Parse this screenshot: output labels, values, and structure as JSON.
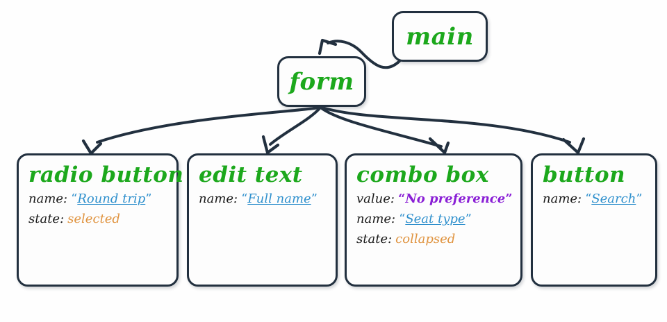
{
  "diagram": {
    "type": "accessibility-tree",
    "root": {
      "id": "main",
      "title": "main"
    },
    "nodes": [
      {
        "id": "main",
        "title": "main",
        "properties": []
      },
      {
        "id": "form",
        "title": "form",
        "properties": []
      },
      {
        "id": "radio-button",
        "title": "radio button",
        "properties": [
          {
            "key": "name:",
            "value": "Round trip",
            "style": "link",
            "quoted": true
          },
          {
            "key": "state:",
            "value": "selected",
            "style": "state",
            "quoted": false
          }
        ]
      },
      {
        "id": "edit-text",
        "title": "edit text",
        "properties": [
          {
            "key": "name:",
            "value": "Full name",
            "style": "link",
            "quoted": true
          }
        ]
      },
      {
        "id": "combo-box",
        "title": "combo box",
        "properties": [
          {
            "key": "value:",
            "value": "No preference",
            "style": "strong",
            "quoted": true
          },
          {
            "key": "name:",
            "value": "Seat type",
            "style": "link",
            "quoted": true
          },
          {
            "key": "state:",
            "value": "collapsed",
            "style": "state",
            "quoted": false
          }
        ]
      },
      {
        "id": "button",
        "title": "button",
        "properties": [
          {
            "key": "name:",
            "value": "Search",
            "style": "link",
            "quoted": true
          }
        ]
      }
    ],
    "edges": [
      {
        "from": "main",
        "to": "form"
      },
      {
        "from": "form",
        "to": "radio-button"
      },
      {
        "from": "form",
        "to": "edit-text"
      },
      {
        "from": "form",
        "to": "combo-box"
      },
      {
        "from": "form",
        "to": "button"
      }
    ]
  },
  "colors": {
    "node_title": "#1ca81c",
    "node_border": "#22303f",
    "link_value": "#2f90cd",
    "state_value": "#e09440",
    "strong_value": "#8a1fd6",
    "key_text": "#1a1a1a",
    "background": "#fefefe"
  },
  "quotes": {
    "open": "“",
    "close": "”"
  }
}
